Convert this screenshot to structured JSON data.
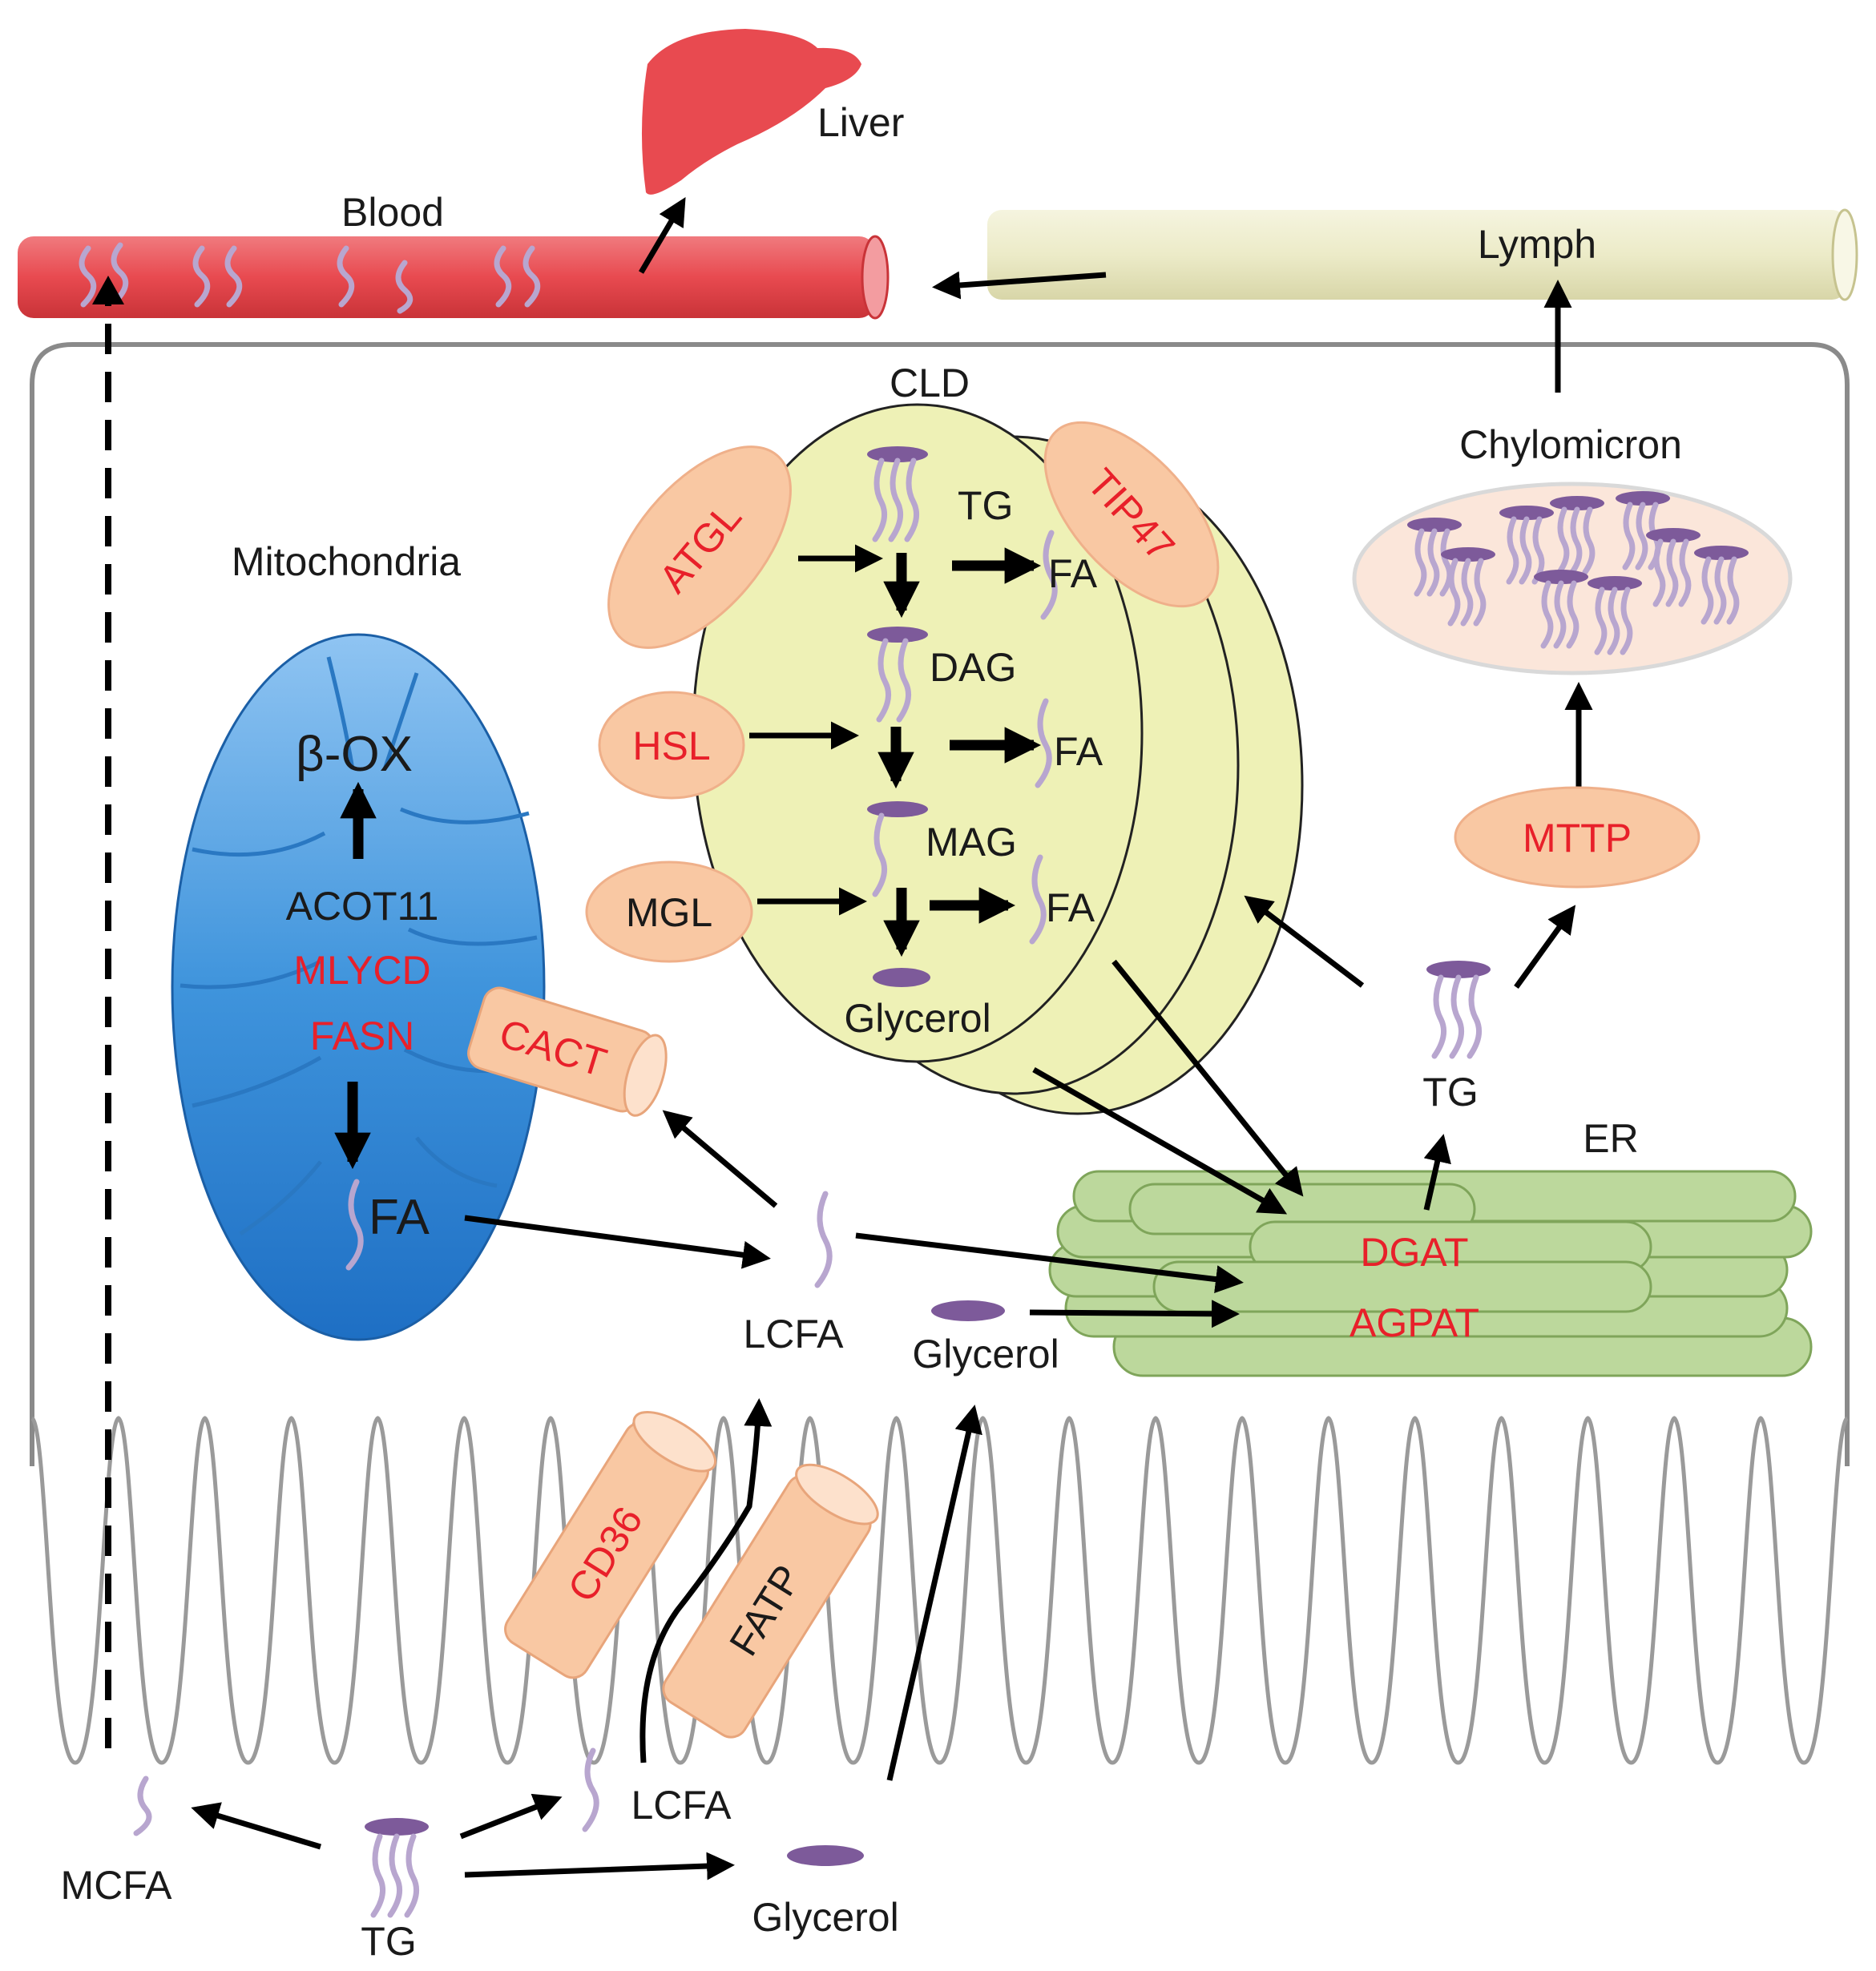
{
  "labels": {
    "liver": "Liver",
    "blood": "Blood",
    "lymph": "Lymph",
    "cld": "CLD",
    "chylomicron": "Chylomicron",
    "mitochondria": "Mitochondria",
    "beta_ox": "β-OX",
    "acot11": "ACOT11",
    "mlycd": "MLYCD",
    "fasn": "FASN",
    "mito_fa": "FA",
    "cact": "CACT",
    "atgl": "ATGL",
    "hsl": "HSL",
    "mgl": "MGL",
    "tip47": "TIP47",
    "cld_tg": "TG",
    "cld_dag": "DAG",
    "cld_mag": "MAG",
    "cld_glycerol": "Glycerol",
    "fa1": "FA",
    "fa2": "FA",
    "fa3": "FA",
    "mttp": "MTTP",
    "er_tg": "TG",
    "er": "ER",
    "dgat": "DGAT",
    "agpat": "AGPAT",
    "cell_lcfa": "LCFA",
    "cell_glycerol": "Glycerol",
    "cd36": "CD36",
    "fatp": "FATP",
    "lumen_lcfa": "LCFA",
    "mcfa": "MCFA",
    "lumen_tg": "TG",
    "lumen_glycerol": "Glycerol"
  },
  "colors": {
    "blood": "#e84a50",
    "liver": "#e84a50",
    "lymph": "#ecebc8",
    "cld": "#eef1b6",
    "mitochondria": "#3f94dc",
    "er": "#bcd89c",
    "enzyme_fill": "#f9c8a3",
    "enzyme_text": "#e8202a",
    "fatty_acid": "#b8a6cf",
    "glycerol": "#7d5a9a"
  }
}
